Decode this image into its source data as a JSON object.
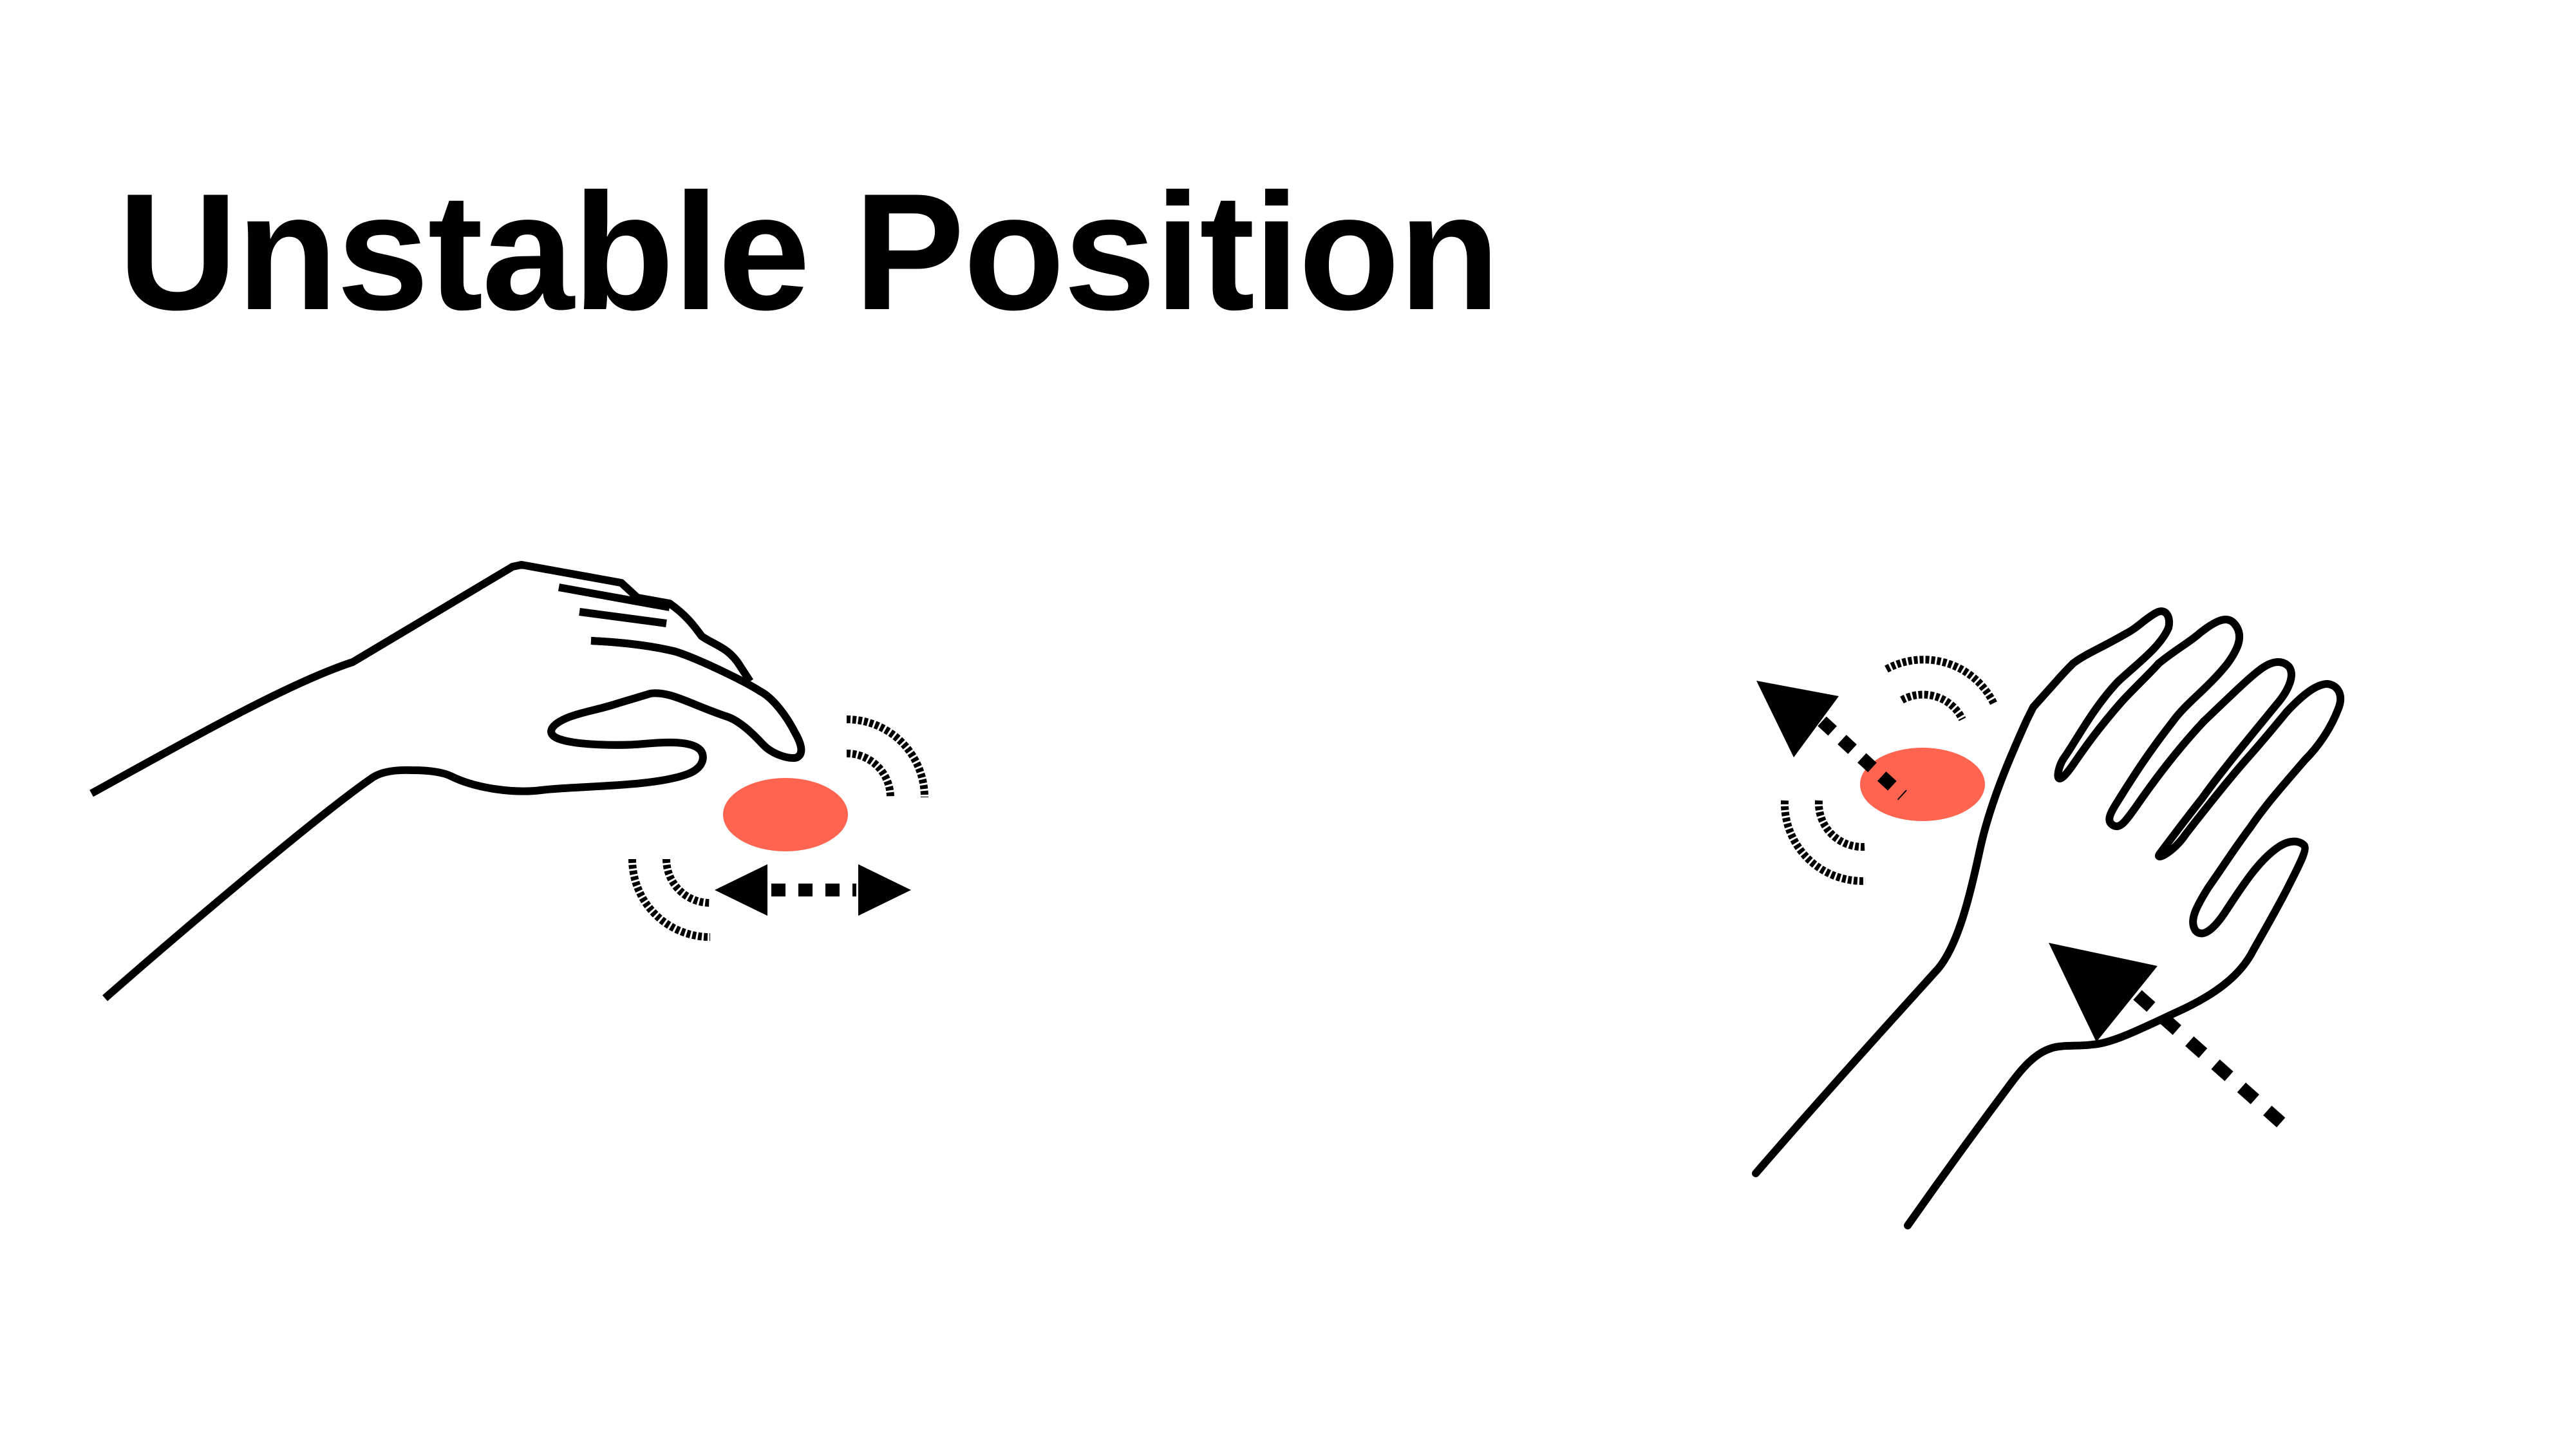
{
  "title": "Unstable Position",
  "colors": {
    "background": "#ffffff",
    "line": "#000000",
    "contact_point": "#ff6450"
  },
  "figures": [
    {
      "name": "left-hand",
      "icon": "hand-side-view-icon"
    },
    {
      "name": "right-hand",
      "icon": "hand-palm-view-icon"
    }
  ]
}
